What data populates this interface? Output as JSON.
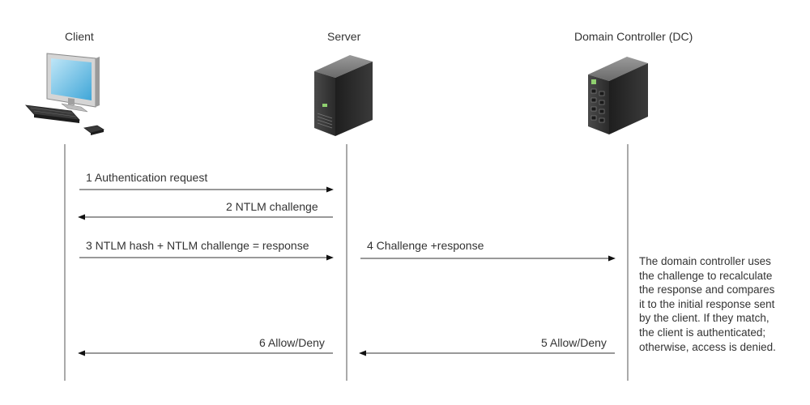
{
  "actors": {
    "client": {
      "label": "Client",
      "icon": "desktop-computer-icon"
    },
    "server": {
      "label": "Server",
      "icon": "server-tower-icon"
    },
    "dc": {
      "label": "Domain Controller (DC)",
      "icon": "domain-controller-icon"
    }
  },
  "messages": [
    {
      "label": "1 Authentication request",
      "from": "client",
      "to": "server"
    },
    {
      "label": "2 NTLM challenge",
      "from": "server",
      "to": "client"
    },
    {
      "label": "3 NTLM hash + NTLM challenge = response",
      "from": "client",
      "to": "server"
    },
    {
      "label": "4 Challenge +response",
      "from": "server",
      "to": "dc"
    },
    {
      "label": "5 Allow/Deny",
      "from": "dc",
      "to": "server"
    },
    {
      "label": "6 Allow/Deny",
      "from": "server",
      "to": "client"
    }
  ],
  "note": {
    "lines": [
      "The domain controller uses",
      "the challenge to recalculate",
      "the response and compares",
      "it to the initial response sent",
      "by the client. If they match,",
      "the client is authenticated;",
      "otherwise, access is denied."
    ]
  },
  "colors": {
    "line": "#555555",
    "text": "#333333"
  }
}
